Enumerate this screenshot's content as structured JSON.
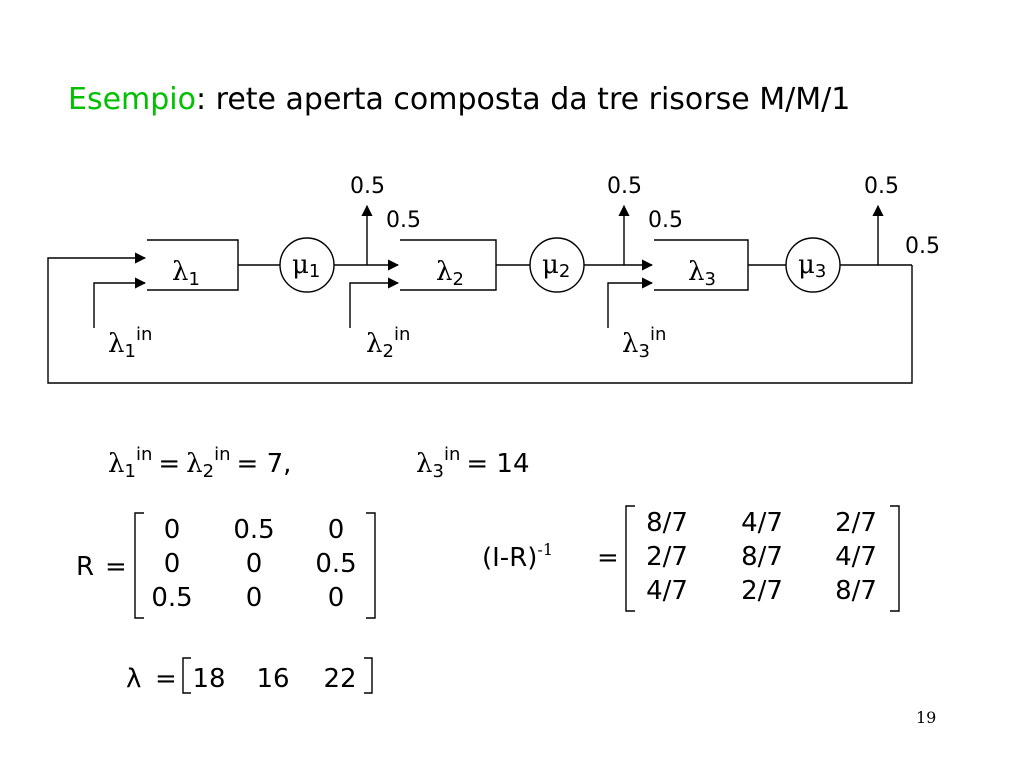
{
  "title": {
    "keyword": "Esempio",
    "rest": ": rete aperta composta da tre risorse M/M/1"
  },
  "diagram": {
    "queues": [
      {
        "symbol": "λ",
        "sub": "1"
      },
      {
        "symbol": "λ",
        "sub": "2"
      },
      {
        "symbol": "λ",
        "sub": "3"
      }
    ],
    "servers": [
      {
        "symbol": "μ",
        "sub": "1"
      },
      {
        "symbol": "μ",
        "sub": "2"
      },
      {
        "symbol": "μ",
        "sub": "3"
      }
    ],
    "external_inputs": [
      {
        "symbol": "λ",
        "sub": "1",
        "sup": "in"
      },
      {
        "symbol": "λ",
        "sub": "2",
        "sup": "in"
      },
      {
        "symbol": "λ",
        "sub": "3",
        "sup": "in"
      }
    ],
    "probabilities": [
      "0.5",
      "0.5",
      "0.5",
      "0.5",
      "0.5",
      "0.5"
    ]
  },
  "inputs_eq": {
    "l": "λ",
    "s1": "1",
    "sup": "in",
    "eq": "=",
    "s2": "2",
    "val12": "= 7,",
    "s3": "3",
    "val3": "= 14"
  },
  "matrix_R": {
    "label": "R",
    "eq": "=",
    "rows": [
      [
        "0",
        "0.5",
        "0"
      ],
      [
        "0",
        "0",
        "0.5"
      ],
      [
        "0.5",
        "0",
        "0"
      ]
    ]
  },
  "matrix_inv": {
    "label": "(I-R)",
    "sup": "-1",
    "eq": "=",
    "rows": [
      [
        "8/7",
        "4/7",
        "2/7"
      ],
      [
        "2/7",
        "8/7",
        "4/7"
      ],
      [
        "4/7",
        "2/7",
        "8/7"
      ]
    ]
  },
  "lambda_vec": {
    "symbol": "λ",
    "eq": "=",
    "values": [
      "18",
      "16",
      "22"
    ]
  },
  "page_number": "19"
}
